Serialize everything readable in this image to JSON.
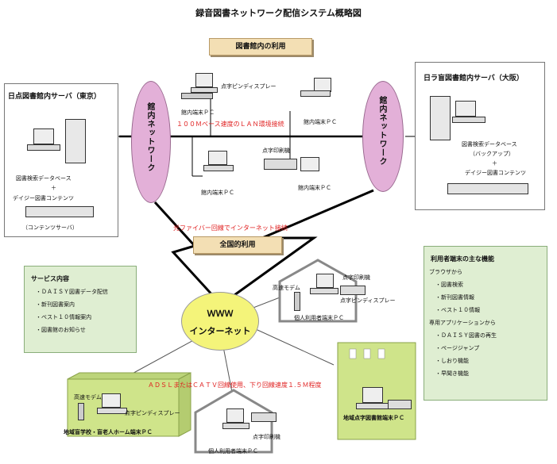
{
  "title": "録音図書ネットワーク配信システム概略図",
  "tags": {
    "library_use": "図書館内の利用",
    "nationwide_use": "全国的利用"
  },
  "servers": {
    "tokyo": {
      "title": "日点図書館内サーバ（東京）",
      "line1": "図書検索データベース",
      "plus": "＋",
      "line2": "デイジー図書コンテンツ",
      "line3": "（コンテンツサーバ）"
    },
    "osaka": {
      "title": "日ラ盲図書館内サーバ（大阪）",
      "line1": "図書検索データベース",
      "line2": "（バックアップ）",
      "plus": "＋",
      "line3": "デイジー図書コンテンツ"
    }
  },
  "ellipses": {
    "left": "館内ネットワーク",
    "right": "館内ネットワーク"
  },
  "labels": {
    "braille_display_top": "点字ピンディスプレー",
    "terminal_a": "館内端末ＰＣ",
    "terminal_b": "館内端末ＰＣ",
    "terminal_c": "館内端末ＰＣ",
    "terminal_d": "館内端末ＰＣ",
    "braille_printer_lib": "点字印刷機",
    "lan_note": "１００Ｍベース速度のＬＡＮ環境接続",
    "fiber_note": "光ファイバー回線でインターネット接続",
    "adsl_note": "ＡＤＳＬまたはＣＡＴＶ回線使用、下り回線速度１.５Ｍ程度",
    "modem_house1": "高速モデム",
    "printer_house1": "点字印刷機",
    "braille_house1": "点字ピンディスプレー",
    "personal1": "個人利用者端末ＰＣ",
    "modem_school": "高速モデム",
    "braille_school": "点字ピンディスプレー",
    "school": "地域盲学校・盲老人ホーム端末ＰＣ",
    "printer_house2": "点字印刷機",
    "personal2": "個人利用者端末ＰＣ",
    "regional_library": "地域点字図書館端末ＰＣ"
  },
  "internet": {
    "line1": "ＷＷＷ",
    "line2": "インターネット"
  },
  "services": {
    "heading": "サービス内容",
    "items": [
      "・ＤＡＩＳＹ図書データ配信",
      "・新刊図書案内",
      "・ベスト１０情報案内",
      "・図書館のお知らせ"
    ]
  },
  "features": {
    "heading": "利用者端末の主な機能",
    "browser": "ブラウザから",
    "browser_items": [
      "・図書検索",
      "・新刊図書情報",
      "・ベスト１０情報"
    ],
    "app": "専用アプリケーションから",
    "app_items": [
      "・ＤＡＩＳＹ図書の再生",
      "・ページジャンプ",
      "・しおり機能",
      "・早聞き機能"
    ]
  }
}
